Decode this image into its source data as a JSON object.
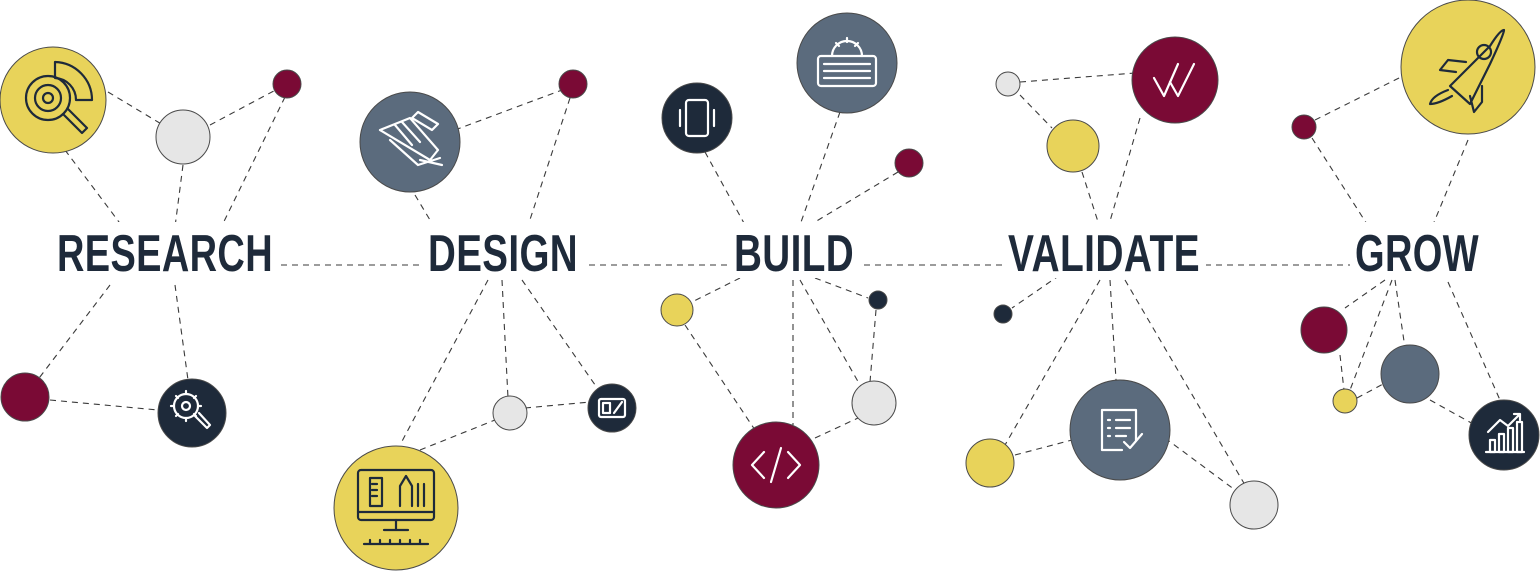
{
  "stages": [
    "RESEARCH",
    "DESIGN",
    "BUILD",
    "VALIDATE",
    "GROW"
  ],
  "colors": {
    "label": "#1e2a3a",
    "yellow": "#e8d35a",
    "maroon": "#7a0a35",
    "slate": "#5b6b7d",
    "navy": "#1e2a3a",
    "light_gray": "#e6e6e6",
    "line": "#3a3a3a"
  }
}
